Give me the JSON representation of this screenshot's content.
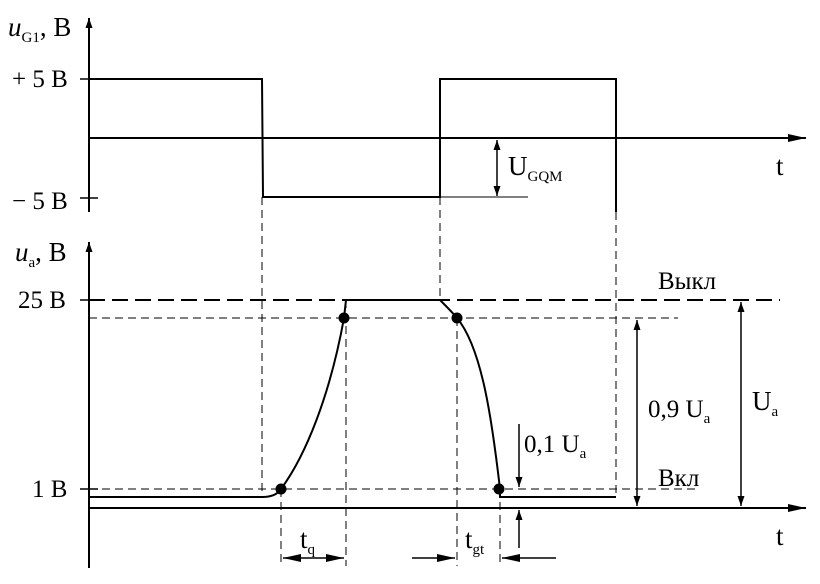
{
  "top_plot": {
    "y_label": {
      "symbol": "u",
      "subscript": "G1",
      "unit": ", В"
    },
    "tick_plus": "+ 5 В",
    "tick_minus": "− 5 В",
    "x_label": "t",
    "amplitude": {
      "symbol": "U",
      "subscript": "GQM"
    }
  },
  "bottom_plot": {
    "y_label": {
      "symbol": "u",
      "subscript": "a",
      "unit": ", В"
    },
    "tick_high": "25 В",
    "tick_low": "1 В",
    "x_label": "t",
    "level_off": "Выкл",
    "level_on": "Вкл",
    "ua": {
      "symbol": "U",
      "subscript": "a"
    },
    "ua09": {
      "prefix": "0,9 ",
      "symbol": "U",
      "subscript": "a"
    },
    "ua01": {
      "prefix": "0,1 ",
      "symbol": "U",
      "subscript": "a"
    },
    "tq": {
      "symbol": "t",
      "subscript": "q"
    },
    "tgt": {
      "symbol": "t",
      "subscript": "gt"
    }
  }
}
